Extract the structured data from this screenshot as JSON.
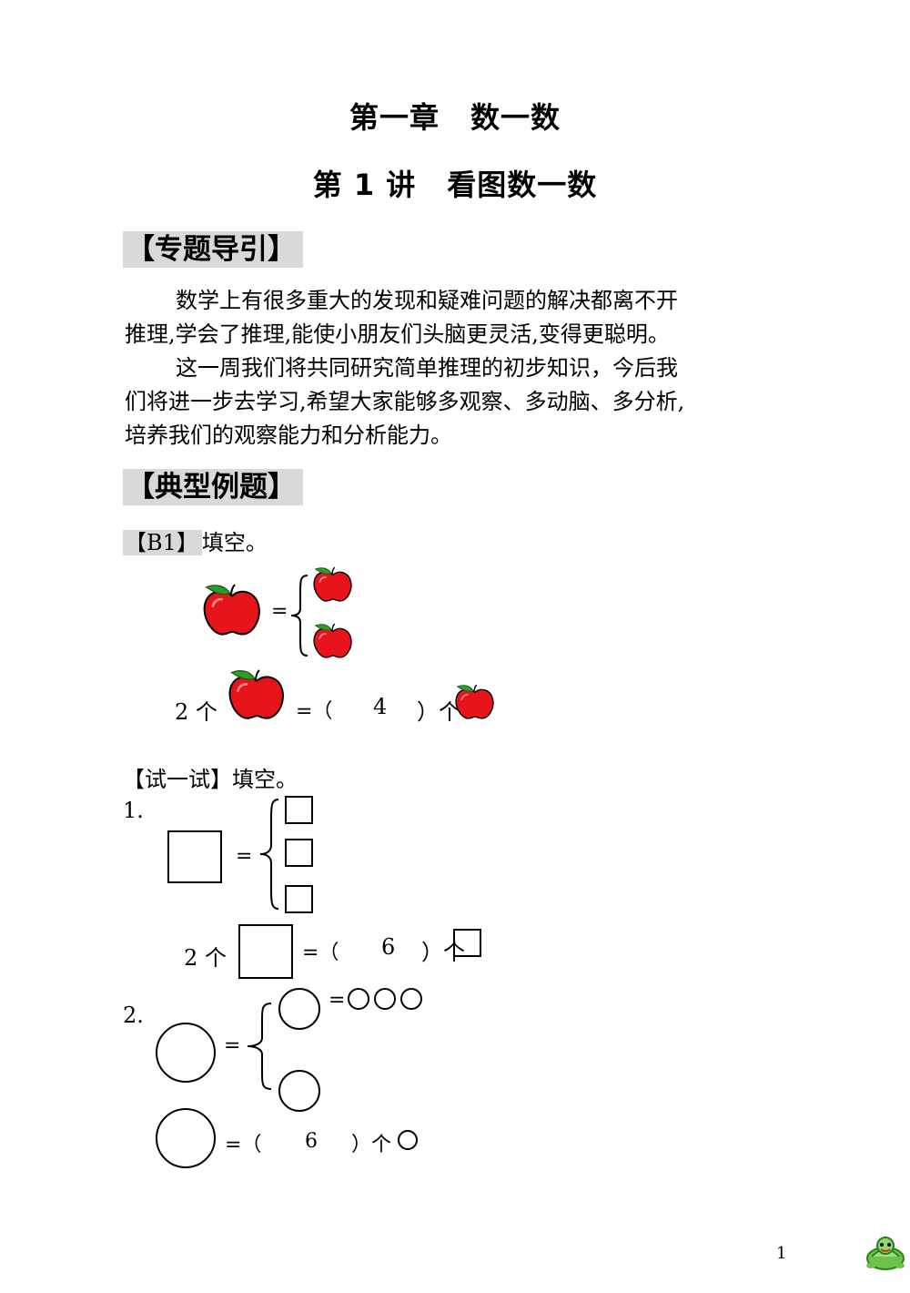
{
  "header": {
    "chapter_label": "第一章",
    "chapter_name": "数一数",
    "lecture_label": "第 1 讲",
    "lecture_name": "看图数一数"
  },
  "intro": {
    "heading": "【专题导引】",
    "p1_line1": "数学上有很多重大的发现和疑难问题的解决都离不开",
    "p1_line2": "推理,学会了推理,能使小朋友们头脑更灵活,变得更聪明。",
    "p2_line1": "这一周我们将共同研究简单推理的初步知识，今后我",
    "p2_line2": "们将进一步去学习,希望大家能够多观察、多动脑、多分析,",
    "p2_line3": "培养我们的观察能力和分析能力。"
  },
  "examples": {
    "heading": "【典型例题】",
    "b1_tag": "【B1】",
    "b1_prompt": "填空。",
    "eq_sign": "=",
    "count_prefix": "2 个",
    "eq_open": "=（",
    "b1_answer": "4",
    "close_ge": "）个"
  },
  "practice": {
    "heading": "【试一试】填空。",
    "q1_number": "1.",
    "q1_answer": "6",
    "q2_number": "2.",
    "q2_answer": "6"
  },
  "footer": {
    "page_number": "1"
  },
  "colors": {
    "apple_red": "#e8141c",
    "leaf_green": "#2e9e2a",
    "banner_gray": "#d9d9d9"
  }
}
